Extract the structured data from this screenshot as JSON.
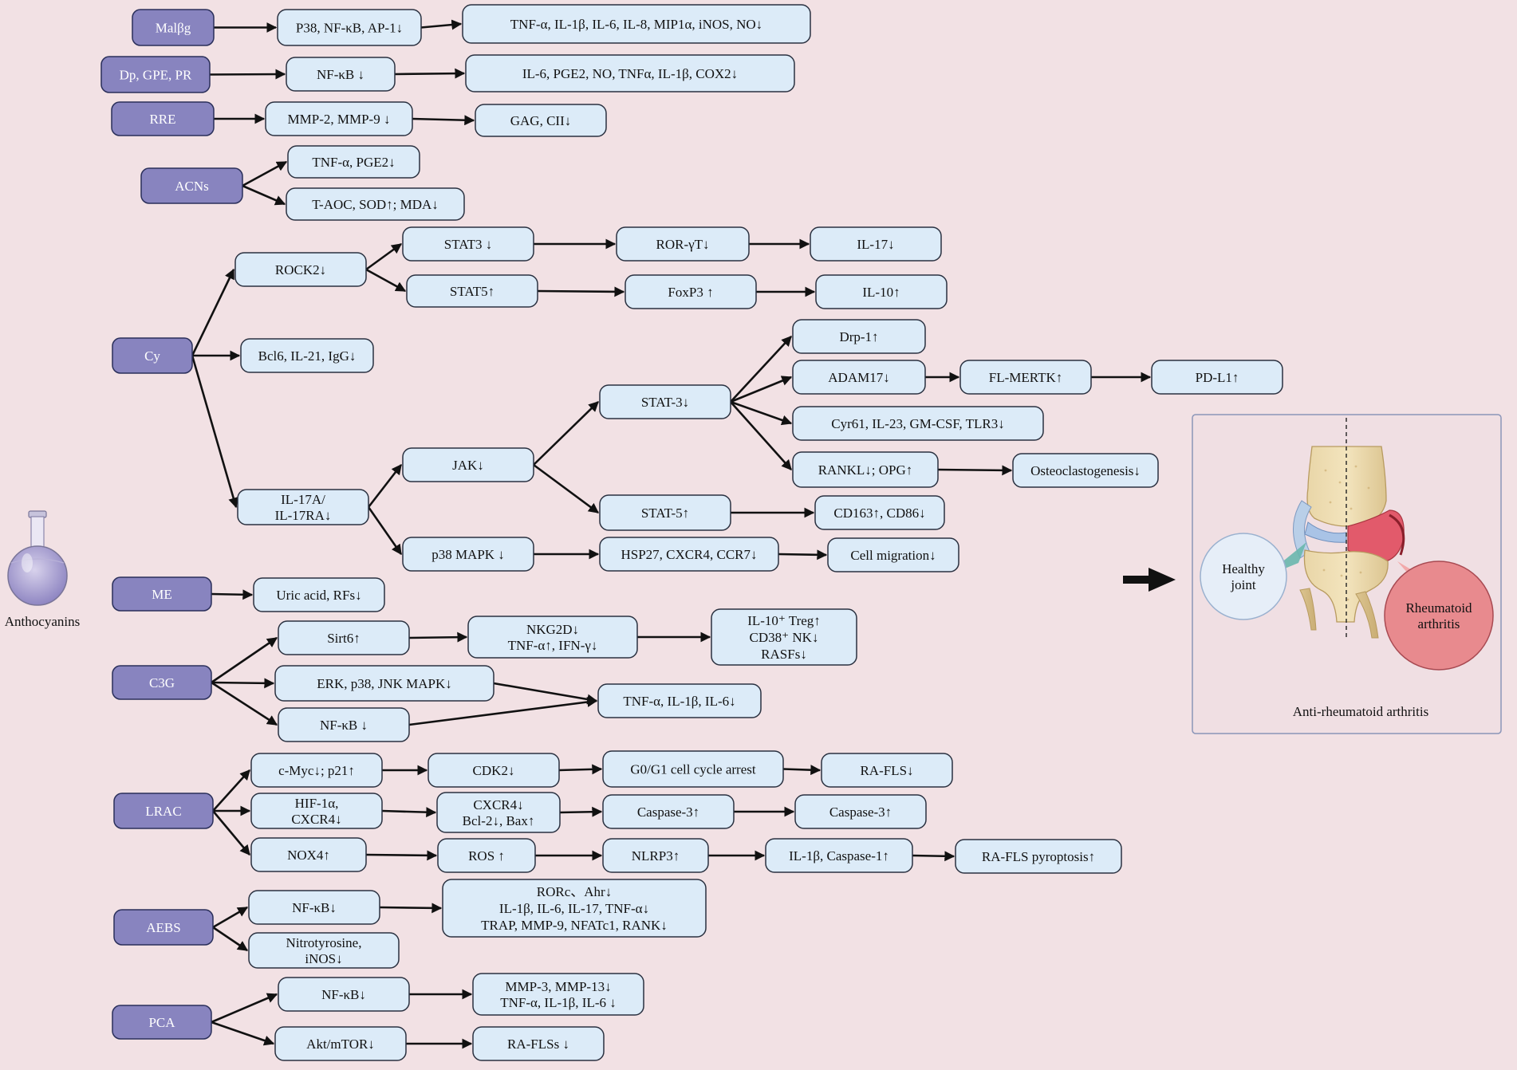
{
  "colors": {
    "background": "#f2e1e4",
    "source_node": "#8884bf",
    "target_node": "#dcebf8",
    "healthy_circle": "#e6eef8",
    "ra_circle": "#e88a8e"
  },
  "flask_label": "Anthocyanins",
  "flask_icon": "round-bottom-flask-icon",
  "nodes": [
    {
      "id": "malbg",
      "type": "source",
      "lines": [
        "Malβg"
      ]
    },
    {
      "id": "p38nfkb",
      "type": "target",
      "lines": [
        "P38, NF-κB, AP-1↓"
      ]
    },
    {
      "id": "tnf1",
      "type": "target",
      "lines": [
        "TNF-α, IL-1β, IL-6, IL-8, MIP1α, iNOS,  NO↓"
      ]
    },
    {
      "id": "dpgpe",
      "type": "source",
      "lines": [
        "Dp, GPE, PR"
      ]
    },
    {
      "id": "nfkb1",
      "type": "target",
      "lines": [
        "NF-κB ↓"
      ]
    },
    {
      "id": "il6pge",
      "type": "target",
      "lines": [
        "IL-6,  PGE2, NO, TNFα, IL-1β, COX2↓"
      ]
    },
    {
      "id": "rre",
      "type": "source",
      "lines": [
        "RRE"
      ]
    },
    {
      "id": "mmp29",
      "type": "target",
      "lines": [
        "MMP-2, MMP-9 ↓"
      ]
    },
    {
      "id": "gag",
      "type": "target",
      "lines": [
        "GAG, CII↓"
      ]
    },
    {
      "id": "acns",
      "type": "source",
      "lines": [
        "ACNs"
      ]
    },
    {
      "id": "tnfpge",
      "type": "target",
      "lines": [
        "TNF-α, PGE2↓"
      ]
    },
    {
      "id": "taoc",
      "type": "target",
      "lines": [
        "T-AOC, SOD↑; MDA↓"
      ]
    },
    {
      "id": "rock2",
      "type": "target",
      "lines": [
        "ROCK2↓"
      ]
    },
    {
      "id": "stat3a",
      "type": "target",
      "lines": [
        "STAT3 ↓"
      ]
    },
    {
      "id": "rorgt",
      "type": "target",
      "lines": [
        "ROR-γT↓"
      ]
    },
    {
      "id": "il17",
      "type": "target",
      "lines": [
        "IL-17↓"
      ]
    },
    {
      "id": "stat5a",
      "type": "target",
      "lines": [
        "STAT5↑"
      ]
    },
    {
      "id": "foxp3",
      "type": "target",
      "lines": [
        "FoxP3 ↑"
      ]
    },
    {
      "id": "il10",
      "type": "target",
      "lines": [
        "IL-10↑"
      ]
    },
    {
      "id": "cy",
      "type": "source",
      "lines": [
        "Cy"
      ]
    },
    {
      "id": "bcl6",
      "type": "target",
      "lines": [
        "Bcl6, IL-21, IgG↓"
      ]
    },
    {
      "id": "drp1",
      "type": "target",
      "lines": [
        "Drp-1↑"
      ]
    },
    {
      "id": "adam17",
      "type": "target",
      "lines": [
        "ADAM17↓"
      ]
    },
    {
      "id": "flmertk",
      "type": "target",
      "lines": [
        "FL-MERTK↑"
      ]
    },
    {
      "id": "pdl1",
      "type": "target",
      "lines": [
        "PD-L1↑"
      ]
    },
    {
      "id": "stat3b",
      "type": "target",
      "lines": [
        "STAT-3↓"
      ]
    },
    {
      "id": "cyr61",
      "type": "target",
      "lines": [
        "Cyr61, IL-23, GM-CSF, TLR3↓"
      ]
    },
    {
      "id": "jak",
      "type": "target",
      "lines": [
        "JAK↓"
      ]
    },
    {
      "id": "rankl",
      "type": "target",
      "lines": [
        "RANKL↓; OPG↑"
      ]
    },
    {
      "id": "osteo",
      "type": "target",
      "lines": [
        "Osteoclastogenesis↓"
      ]
    },
    {
      "id": "il17a",
      "type": "target",
      "lines": [
        "IL-17A/",
        "IL-17RA↓"
      ]
    },
    {
      "id": "stat5b",
      "type": "target",
      "lines": [
        "STAT-5↑"
      ]
    },
    {
      "id": "cd163",
      "type": "target",
      "lines": [
        "CD163↑, CD86↓"
      ]
    },
    {
      "id": "p38mapk",
      "type": "target",
      "lines": [
        "p38 MAPK ↓"
      ]
    },
    {
      "id": "hsp27",
      "type": "target",
      "lines": [
        "HSP27, CXCR4, CCR7↓"
      ]
    },
    {
      "id": "cellmig",
      "type": "target",
      "lines": [
        "Cell migration↓"
      ]
    },
    {
      "id": "me",
      "type": "source",
      "lines": [
        "ME"
      ]
    },
    {
      "id": "uric",
      "type": "target",
      "lines": [
        "Uric acid, RFs↓"
      ]
    },
    {
      "id": "sirt6",
      "type": "target",
      "lines": [
        "Sirt6↑"
      ]
    },
    {
      "id": "nkg2d",
      "type": "target",
      "lines": [
        "NKG2D↓",
        "TNF-α↑, IFN-γ↓"
      ]
    },
    {
      "id": "il10treg",
      "type": "target",
      "lines": [
        "IL-10⁺ Treg↑",
        "CD38⁺ NK↓",
        "RASFs↓"
      ]
    },
    {
      "id": "c3g",
      "type": "source",
      "lines": [
        "C3G"
      ]
    },
    {
      "id": "erk",
      "type": "target",
      "lines": [
        "ERK, p38, JNK MAPK↓"
      ]
    },
    {
      "id": "tnf3",
      "type": "target",
      "lines": [
        "TNF-α, IL-1β, IL-6↓"
      ]
    },
    {
      "id": "nfkb2",
      "type": "target",
      "lines": [
        "NF-κB ↓"
      ]
    },
    {
      "id": "cmyc",
      "type": "target",
      "lines": [
        "c-Myc↓; p21↑"
      ]
    },
    {
      "id": "cdk2",
      "type": "target",
      "lines": [
        "CDK2↓"
      ]
    },
    {
      "id": "g0g1",
      "type": "target",
      "lines": [
        "G0/G1 cell cycle arrest"
      ]
    },
    {
      "id": "rafls1",
      "type": "target",
      "lines": [
        "RA-FLS↓"
      ]
    },
    {
      "id": "lrac",
      "type": "source",
      "lines": [
        "LRAC"
      ]
    },
    {
      "id": "hif1a",
      "type": "target",
      "lines": [
        "HIF-1α,",
        "CXCR4↓"
      ]
    },
    {
      "id": "cxcr4bcl",
      "type": "target",
      "lines": [
        "CXCR4↓",
        "Bcl-2↓, Bax↑"
      ]
    },
    {
      "id": "casp3a",
      "type": "target",
      "lines": [
        "Caspase-3↑"
      ]
    },
    {
      "id": "casp3b",
      "type": "target",
      "lines": [
        "Caspase-3↑"
      ]
    },
    {
      "id": "nox4",
      "type": "target",
      "lines": [
        "NOX4↑"
      ]
    },
    {
      "id": "ros",
      "type": "target",
      "lines": [
        "ROS ↑"
      ]
    },
    {
      "id": "nlrp3",
      "type": "target",
      "lines": [
        "NLRP3↑"
      ]
    },
    {
      "id": "il1bcasp1",
      "type": "target",
      "lines": [
        "IL-1β, Caspase-1↑"
      ]
    },
    {
      "id": "pyro",
      "type": "target",
      "lines": [
        "RA-FLS pyroptosis↑"
      ]
    },
    {
      "id": "aebs",
      "type": "source",
      "lines": [
        "AEBS"
      ]
    },
    {
      "id": "nfkb3",
      "type": "target",
      "lines": [
        "NF-κB↓"
      ]
    },
    {
      "id": "rorc",
      "type": "target",
      "lines": [
        "RORc、Ahr↓",
        "IL-1β, IL-6, IL-17, TNF-α↓",
        "TRAP, MMP-9, NFATc1, RANK↓"
      ]
    },
    {
      "id": "nitro",
      "type": "target",
      "lines": [
        "Nitrotyrosine,",
        "iNOS↓"
      ]
    },
    {
      "id": "pca",
      "type": "source",
      "lines": [
        "PCA"
      ]
    },
    {
      "id": "nfkb4",
      "type": "target",
      "lines": [
        "NF-κB↓"
      ]
    },
    {
      "id": "mmp313",
      "type": "target",
      "lines": [
        "MMP-3, MMP-13↓",
        "TNF-α, IL-1β, IL-6 ↓"
      ]
    },
    {
      "id": "aktmtor",
      "type": "target",
      "lines": [
        "Akt/mTOR↓"
      ]
    },
    {
      "id": "raflss",
      "type": "target",
      "lines": [
        "RA-FLSs ↓"
      ]
    }
  ],
  "edges": [
    [
      "malbg",
      "p38nfkb"
    ],
    [
      "p38nfkb",
      "tnf1"
    ],
    [
      "dpgpe",
      "nfkb1"
    ],
    [
      "nfkb1",
      "il6pge"
    ],
    [
      "rre",
      "mmp29"
    ],
    [
      "mmp29",
      "gag"
    ],
    [
      "acns",
      "tnfpge"
    ],
    [
      "acns",
      "taoc"
    ],
    [
      "cy",
      "rock2"
    ],
    [
      "cy",
      "bcl6"
    ],
    [
      "cy",
      "il17a"
    ],
    [
      "rock2",
      "stat3a"
    ],
    [
      "rock2",
      "stat5a"
    ],
    [
      "stat3a",
      "rorgt"
    ],
    [
      "rorgt",
      "il17"
    ],
    [
      "stat5a",
      "foxp3"
    ],
    [
      "foxp3",
      "il10"
    ],
    [
      "il17a",
      "jak"
    ],
    [
      "il17a",
      "p38mapk"
    ],
    [
      "jak",
      "stat3b"
    ],
    [
      "jak",
      "stat5b"
    ],
    [
      "stat3b",
      "drp1"
    ],
    [
      "stat3b",
      "adam17"
    ],
    [
      "stat3b",
      "cyr61"
    ],
    [
      "stat3b",
      "rankl"
    ],
    [
      "adam17",
      "flmertk"
    ],
    [
      "flmertk",
      "pdl1"
    ],
    [
      "rankl",
      "osteo"
    ],
    [
      "stat5b",
      "cd163"
    ],
    [
      "p38mapk",
      "hsp27"
    ],
    [
      "hsp27",
      "cellmig"
    ],
    [
      "me",
      "uric"
    ],
    [
      "c3g",
      "sirt6"
    ],
    [
      "c3g",
      "erk"
    ],
    [
      "c3g",
      "nfkb2"
    ],
    [
      "sirt6",
      "nkg2d"
    ],
    [
      "nkg2d",
      "il10treg"
    ],
    [
      "erk",
      "tnf3"
    ],
    [
      "nfkb2",
      "tnf3"
    ],
    [
      "lrac",
      "cmyc"
    ],
    [
      "lrac",
      "hif1a"
    ],
    [
      "lrac",
      "nox4"
    ],
    [
      "cmyc",
      "cdk2"
    ],
    [
      "cdk2",
      "g0g1"
    ],
    [
      "g0g1",
      "rafls1"
    ],
    [
      "hif1a",
      "cxcr4bcl"
    ],
    [
      "cxcr4bcl",
      "casp3a"
    ],
    [
      "casp3a",
      "casp3b"
    ],
    [
      "nox4",
      "ros"
    ],
    [
      "ros",
      "nlrp3"
    ],
    [
      "nlrp3",
      "il1bcasp1"
    ],
    [
      "il1bcasp1",
      "pyro"
    ],
    [
      "aebs",
      "nfkb3"
    ],
    [
      "aebs",
      "nitro"
    ],
    [
      "nfkb3",
      "rorc"
    ],
    [
      "pca",
      "nfkb4"
    ],
    [
      "pca",
      "aktmtor"
    ],
    [
      "nfkb4",
      "mmp313"
    ],
    [
      "aktmtor",
      "raflss"
    ]
  ],
  "big_arrow_icon": "right-arrow-icon",
  "inset": {
    "joint_icon": "knee-joint-icon",
    "healthy_label_lines": [
      "Healthy",
      "joint"
    ],
    "ra_label_lines": [
      "Rheumatoid",
      "arthritis"
    ],
    "caption": "Anti-rheumatoid arthritis"
  }
}
